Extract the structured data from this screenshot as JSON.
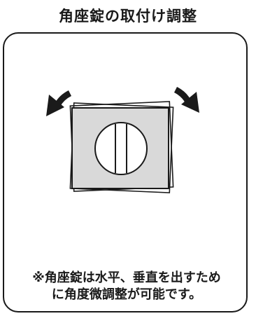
{
  "title": "角座錠の取付け調整",
  "note": {
    "line1": "※角座錠は水平、垂直を出すため",
    "line2": "に角度微調整が可能です。"
  },
  "icons": [
    "rotate-left-arrow-icon",
    "rotate-right-arrow-icon",
    "turn-knob-icon"
  ],
  "colors": {
    "stroke": "#1a1a1a",
    "plate_fill": "#d9d9d9",
    "background": "#ffffff"
  }
}
